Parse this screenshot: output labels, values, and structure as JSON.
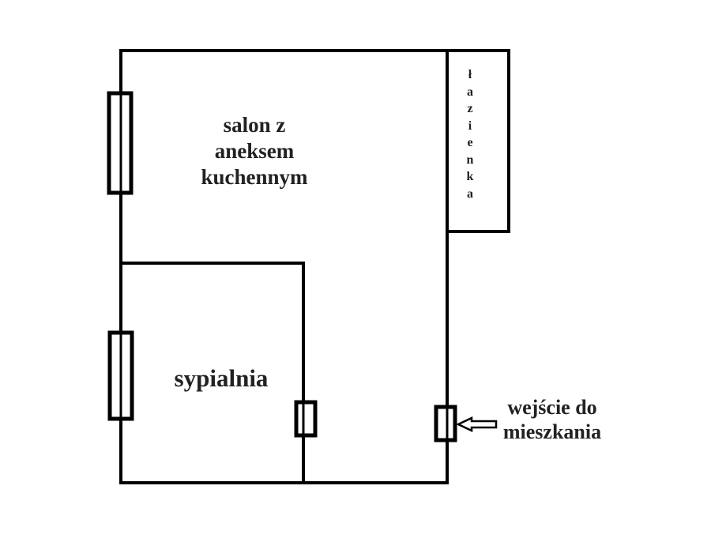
{
  "diagram": {
    "type": "floor-plan",
    "rooms": {
      "living_room": {
        "label_lines": [
          "salon z",
          "aneksem",
          "kuchennym"
        ]
      },
      "bedroom": {
        "label": "sypialnia"
      },
      "bathroom": {
        "label": "łazienka",
        "letters": [
          "ł",
          "a",
          "z",
          "i",
          "e",
          "n",
          "k",
          "a"
        ]
      }
    },
    "entrance": {
      "label_lines": [
        "wejście do",
        "mieszkania"
      ]
    },
    "colors": {
      "wall": "#000000",
      "background": "#ffffff",
      "text": "#222222"
    }
  }
}
